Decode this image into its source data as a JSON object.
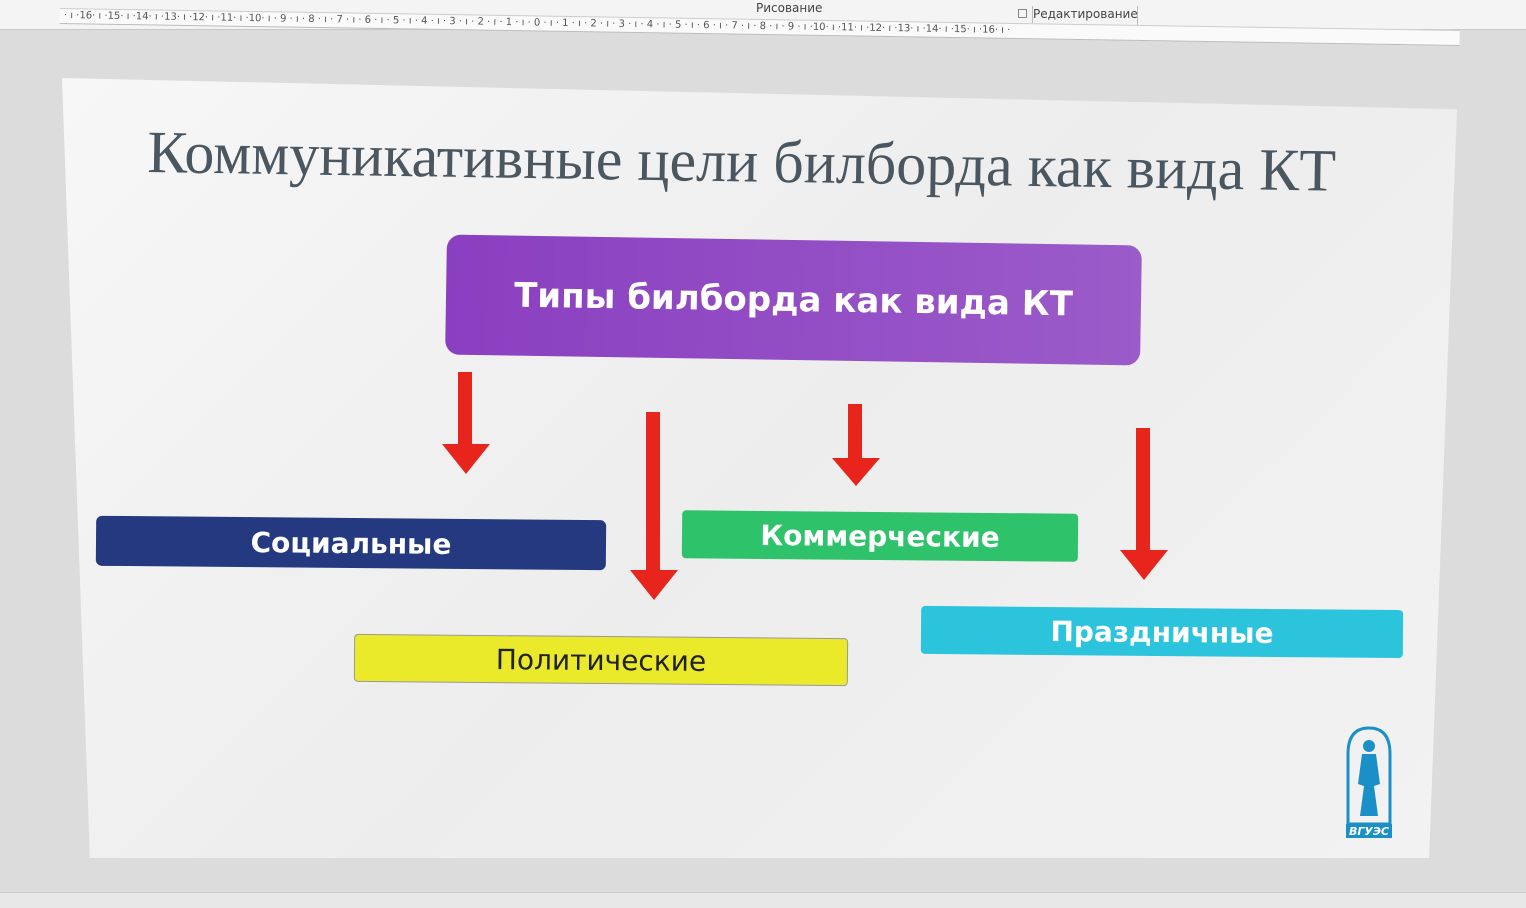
{
  "ribbon": {
    "group_drawing": "Рисование",
    "group_editing": "Редактирование"
  },
  "ruler": {
    "text": "· ı ·16· ı ·15· ı ·14· ı ·13· ı ·12· ı ·11· ı ·10· ı · 9 · ı · 8 · ı · 7 · ı · 6 · ı · 5 · ı · 4 · ı · 3 · ı · 2 · ı · 1 · ı · 0 · ı · 1 · ı · 2 · ı · 3 · ı · 4 · ı · 5 · ı · 6 · ı · 7 · ı · 8 · ı · 9 · ı ·10· ı ·11· ı ·12· ı ·13· ı ·14· ı ·15· ı ·16· ı ·"
  },
  "slide": {
    "title": "Коммуникативные цели билборда как вида КТ",
    "root_box": "Типы билборда как вида КТ",
    "types": {
      "social": "Социальные",
      "commercial": "Коммерческие",
      "political": "Политические",
      "holiday": "Праздничные"
    },
    "logo_text": "ВГУЭС"
  },
  "colors": {
    "root": "#8a3fc0",
    "social": "#24397f",
    "commercial": "#2ec36a",
    "political": "#eaea2a",
    "holiday": "#2cc4dc",
    "arrow": "#e8251c",
    "logo": "#1a8fc8"
  }
}
